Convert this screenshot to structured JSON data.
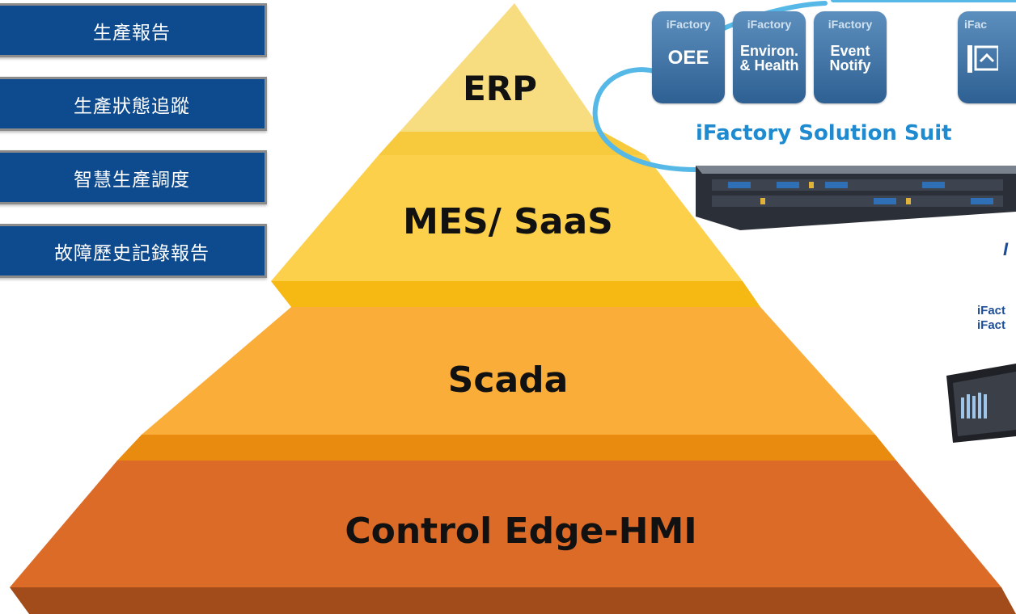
{
  "menu": {
    "items": [
      {
        "label": "生產報告"
      },
      {
        "label": "生產狀態追蹤"
      },
      {
        "label": "智慧生產調度"
      },
      {
        "label": "故障歷史記錄報告"
      }
    ]
  },
  "pyramid": {
    "layers": [
      {
        "label": "ERP",
        "color": "#f8dd80"
      },
      {
        "label": "MES/ SaaS",
        "color": "#fcd04a"
      },
      {
        "label": "Scada",
        "color": "#fbad3a"
      },
      {
        "label": "Control Edge-HMI",
        "color": "#db6b27"
      }
    ]
  },
  "suite": {
    "title": "iFactory Solution Suit",
    "apps": [
      {
        "brand": "iFactory",
        "name": "OEE"
      },
      {
        "brand": "iFactory",
        "name": "Environ.\n& Health"
      },
      {
        "brand": "iFactory",
        "name": "Event\nNotify"
      },
      {
        "brand": "iFac",
        "name": ""
      }
    ]
  },
  "side_labels": {
    "italic": "I",
    "line1": "iFact",
    "line2": "iFact"
  }
}
